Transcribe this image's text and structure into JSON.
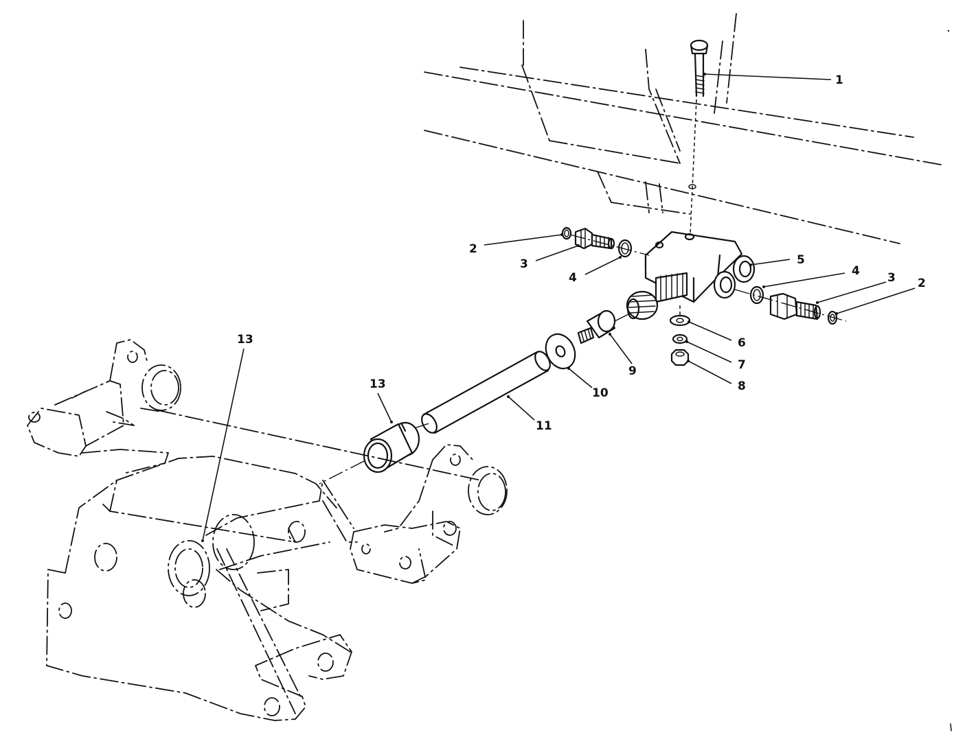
{
  "callouts": {
    "c1": "1",
    "c2_left": "2",
    "c3_left": "3",
    "c4_left": "4",
    "c5": "5",
    "c4_right": "4",
    "c3_right": "3",
    "c2_right": "2",
    "c6": "6",
    "c7": "7",
    "c8": "8",
    "c9": "9",
    "c10": "10",
    "c11": "11",
    "c13_top": "13",
    "c13_mid": "13"
  },
  "parts": [
    {
      "ref": "1",
      "name": "bolt"
    },
    {
      "ref": "2",
      "name": "o-ring"
    },
    {
      "ref": "3",
      "name": "fitting"
    },
    {
      "ref": "4",
      "name": "o-ring"
    },
    {
      "ref": "5",
      "name": "valve-body"
    },
    {
      "ref": "6",
      "name": "washer"
    },
    {
      "ref": "7",
      "name": "lock-washer"
    },
    {
      "ref": "8",
      "name": "nut"
    },
    {
      "ref": "9",
      "name": "stop"
    },
    {
      "ref": "10",
      "name": "washer"
    },
    {
      "ref": "11",
      "name": "pin"
    },
    {
      "ref": "13",
      "name": "bushing"
    }
  ]
}
